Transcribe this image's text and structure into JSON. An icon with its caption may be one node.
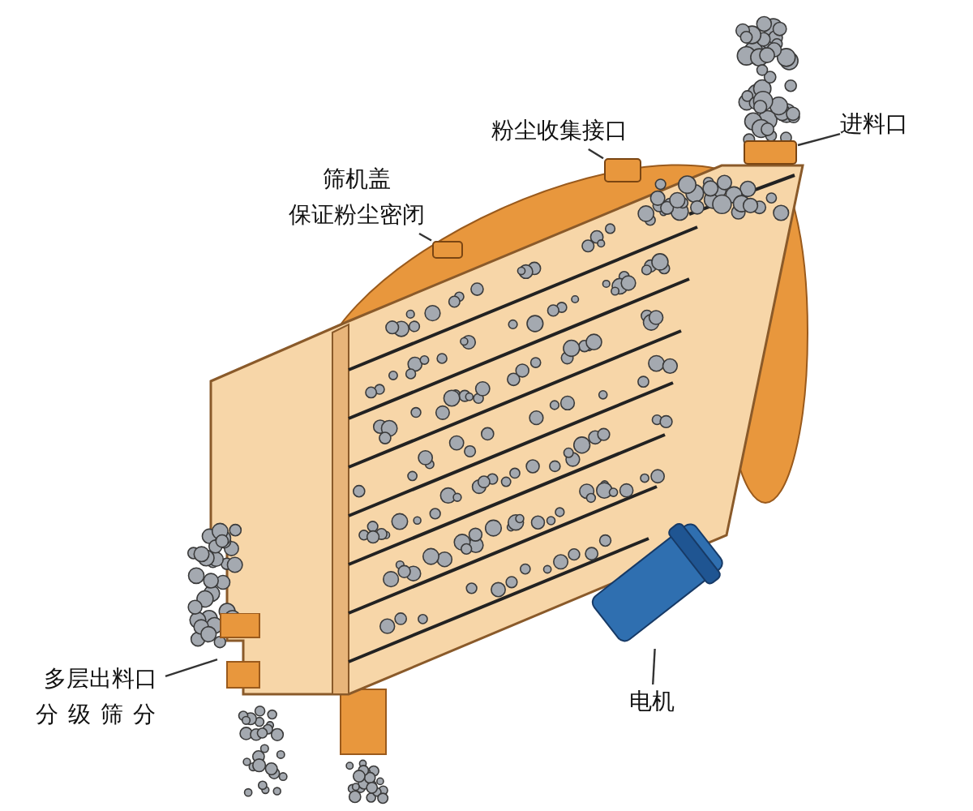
{
  "diagram": {
    "nodes": [
      {
        "text": [
          "粉尘收集接口"
        ]
      },
      {
        "text": [],
        "shape": "box"
      },
      {
        "text": [
          "进料口"
        ]
      },
      {
        "text": [],
        "shape": "box"
      },
      {
        "text": [
          "筛机盖",
          "保证粉尘密闭"
        ]
      },
      {
        "text": [],
        "shape": "box"
      },
      {
        "text": [
          "多层出料口",
          "分级筛分"
        ]
      },
      {
        "text": [],
        "shape": "picture"
      },
      {
        "text": [
          "电机"
        ]
      },
      {
        "text": [],
        "shape": "picture"
      }
    ],
    "edges": [
      {
        "from": 0,
        "to": 1,
        "arrow": "none"
      },
      {
        "from": 2,
        "to": 3,
        "arrow": "none"
      },
      {
        "from": 4,
        "to": 5,
        "arrow": "none"
      },
      {
        "from": 6,
        "to": 7,
        "arrow": "none"
      },
      {
        "from": 8,
        "to": 9,
        "arrow": "none"
      }
    ]
  }
}
